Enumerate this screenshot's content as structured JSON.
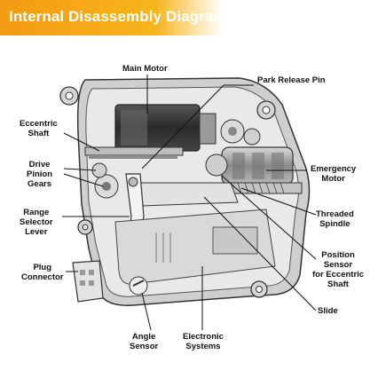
{
  "title": "Internal Disassembly Diagram",
  "colors": {
    "accent": "#f39a13",
    "title_text": "#ffffff",
    "label_text": "#111111"
  },
  "labels": {
    "main_motor": "Main Motor",
    "park_release_pin": "Park Release Pin",
    "eccentric_shaft": "Eccentric\nShaft",
    "drive_pinion_gears": "Drive\nPinion\nGears",
    "emergency_motor": "Emergency\nMotor",
    "range_selector_lever": "Range\nSelector\nLever",
    "threaded_spindle": "Threaded\nSpindle",
    "position_sensor": "Position\nSensor\nfor Eccentric\nShaft",
    "plug_connector": "Plug\nConnector",
    "slide": "Slide",
    "angle_sensor": "Angle\nSensor",
    "electronic_systems": "Electronic\nSystems"
  }
}
